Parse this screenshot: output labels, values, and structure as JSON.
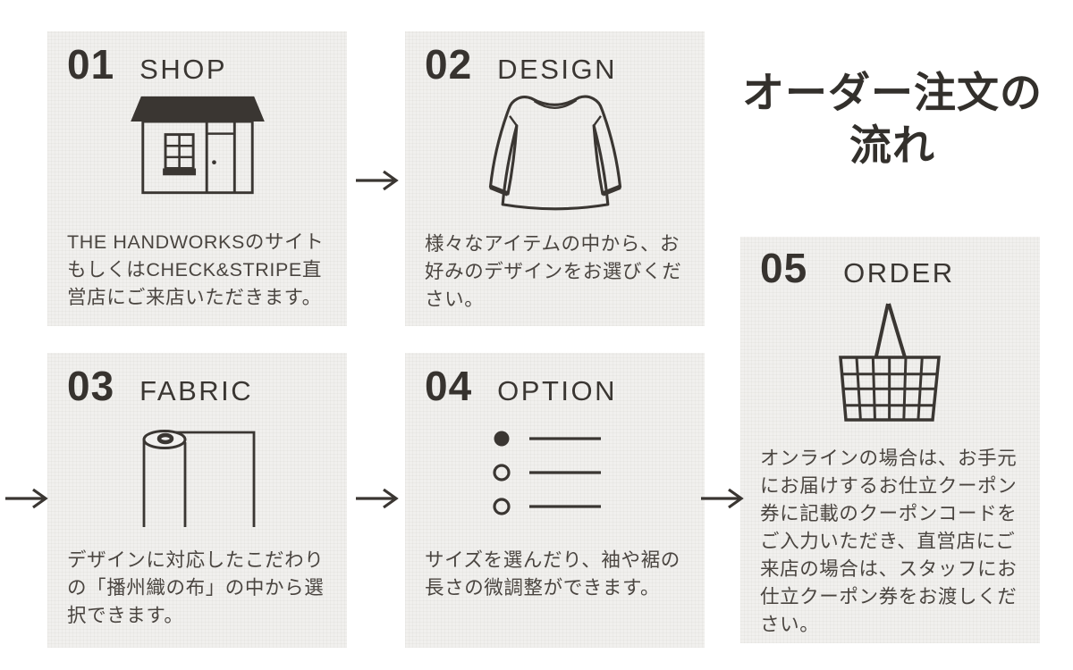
{
  "title": {
    "text": "オーダー注文の流れ",
    "lines": [
      "オーダー注文の",
      "流れ"
    ]
  },
  "colors": {
    "ink": "#3a3632",
    "body_text": "#4a4540",
    "panel_background": "#f1f0ee",
    "page_background": "#ffffff"
  },
  "steps": [
    {
      "number": "01",
      "label": "SHOP",
      "icon": "house-icon",
      "description": "THE HANDWORKSのサイトもしくはCHECK&STRIPE直営店にご来店いただきます。"
    },
    {
      "number": "02",
      "label": "DESIGN",
      "icon": "shirt-icon",
      "description": "様々なアイテムの中から、お好みのデザインをお選びください。"
    },
    {
      "number": "03",
      "label": "FABRIC",
      "icon": "fabric-roll-icon",
      "description": "デザインに対応したこだわりの「播州織の布」の中から選択できます。"
    },
    {
      "number": "04",
      "label": "OPTION",
      "icon": "option-list-icon",
      "description": "サイズを選んだり、袖や裾の長さの微調整ができます。"
    },
    {
      "number": "05",
      "label": "ORDER",
      "icon": "basket-icon",
      "description": "オンラインの場合は、お手元にお届けするお仕立クーポン券に記載のクーポンコードをご入力いただき、直営店にご来店の場合は、スタッフにお仕立クーポン券をお渡しください。"
    }
  ],
  "arrows": {
    "direction": "right",
    "count": 4
  }
}
